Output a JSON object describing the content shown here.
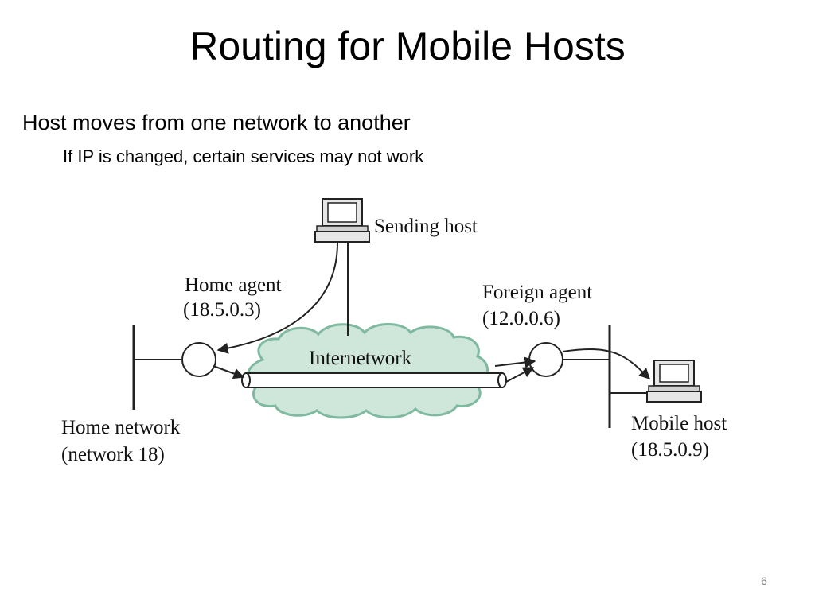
{
  "slide": {
    "title": "Routing for Mobile Hosts",
    "bullets": [
      {
        "level": 1,
        "text": "Host moves from one network to another"
      },
      {
        "level": 2,
        "text": "If IP is changed, certain services may not work"
      }
    ],
    "page_number": "6"
  },
  "diagram": {
    "sending_host": {
      "label": "Sending host",
      "icon": "computer-icon"
    },
    "home_agent": {
      "label": "Home agent",
      "address": "(18.5.0.3)"
    },
    "foreign_agent": {
      "label": "Foreign agent",
      "address": "(12.0.0.6)"
    },
    "internetwork": {
      "label": "Internetwork",
      "icon": "cloud-icon"
    },
    "home_network": {
      "label": "Home network",
      "detail": "(network 18)"
    },
    "mobile_host": {
      "label": "Mobile host",
      "address": "(18.5.0.9)",
      "icon": "computer-icon"
    },
    "colors": {
      "cloud_fill": "#cfe6db",
      "cloud_stroke": "#7fb9a0",
      "line": "#222222"
    }
  }
}
